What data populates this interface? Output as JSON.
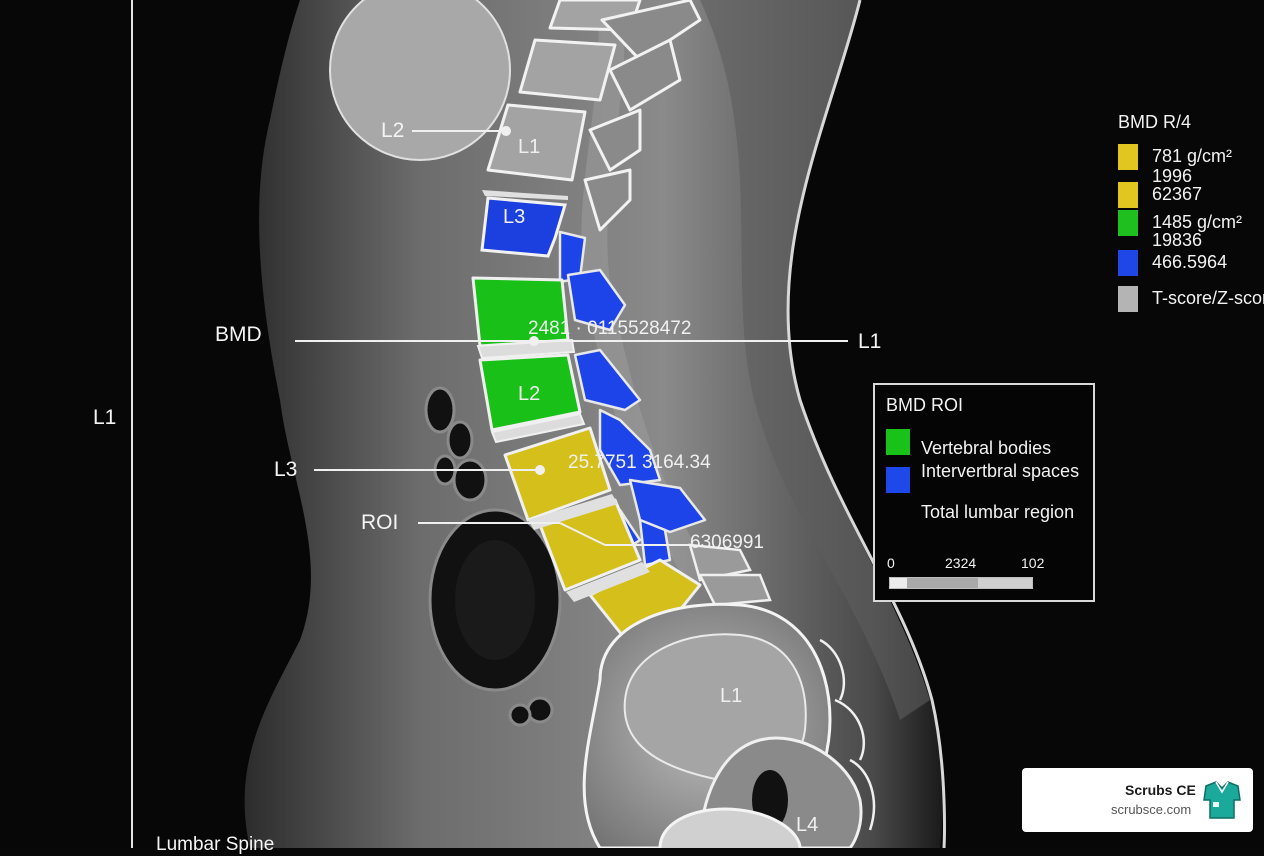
{
  "labels": {
    "left_margin": "L1",
    "l2_pointer": "L2",
    "bmd_pointer": "BMD",
    "l1_right": "L1",
    "l3_pointer": "L3",
    "roi_pointer": "ROI",
    "bottom_caption": "Lumbar Spine"
  },
  "vertebra_labels": {
    "upper": "L1",
    "blue_body": "L3",
    "green_body": "L2",
    "pelvis_upper": "L1",
    "pelvis_lower": "L4"
  },
  "measurements": {
    "m1": "2481 · 0115528472",
    "m2": "25.7751  3164.34",
    "m3": "6306991"
  },
  "bmd_legend": {
    "title": "BMD R/4",
    "rows": [
      {
        "color": "#e1c520",
        "value": "781 g/cm²"
      },
      {
        "color": "",
        "value": "1996"
      },
      {
        "color": "#e1c520",
        "value": "62367"
      },
      {
        "color": "#1fbf1f",
        "value": "1485 g/cm²"
      },
      {
        "color": "",
        "value": "19836"
      },
      {
        "color": "#1f46e6",
        "value": "466.5964"
      },
      {
        "color": "#b4b4b4",
        "value": "T-score/Z-scor"
      }
    ]
  },
  "roi_legend": {
    "title": "BMD ROI",
    "items": [
      {
        "color": "#19c219",
        "label": "Vertebral bodies"
      },
      {
        "color": "#1f48ea",
        "label": "Intervertbral spaces"
      },
      {
        "color": "",
        "label": "Total lumbar region"
      }
    ],
    "scale": {
      "min": "0",
      "mid": "2324",
      "max": "102"
    }
  },
  "brand": {
    "name": "Scrubs CE",
    "url": "scrubsce.com",
    "icon": "scrubs-shirt-icon"
  },
  "colors": {
    "vertebral_bodies": "#19c219",
    "intervertebral": "#1f48ea",
    "lumbar_region": "#d8c21e"
  }
}
